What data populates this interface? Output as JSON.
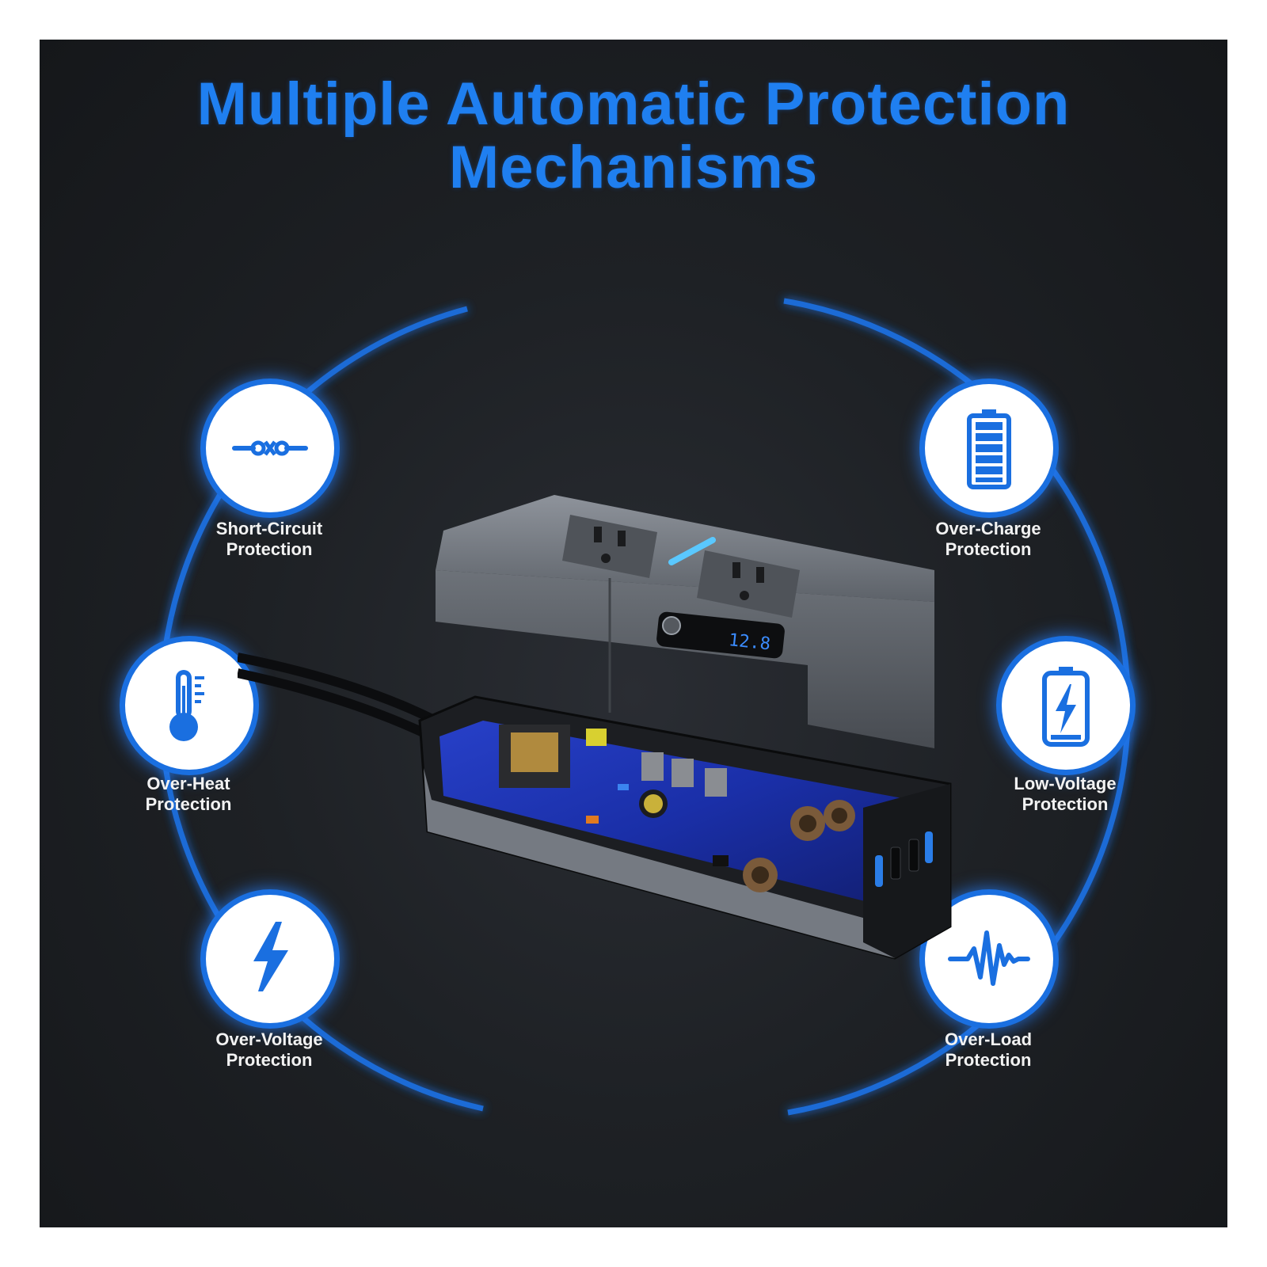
{
  "title": {
    "line1": "Multiple Automatic Protection",
    "line2": "Mechanisms"
  },
  "colors": {
    "accent": "#1f7ff0",
    "ring": "#1a6fe0",
    "background": "#1e2125",
    "label": "#f2f2f2"
  },
  "features": [
    {
      "icon": "short-circuit-icon",
      "line1": "Short-Circuit",
      "line2": "Protection"
    },
    {
      "icon": "thermometer-icon",
      "line1": "Over-Heat",
      "line2": "Protection"
    },
    {
      "icon": "lightning-bolt-icon",
      "line1": "Over-Voltage",
      "line2": "Protection"
    },
    {
      "icon": "full-battery-icon",
      "line1": "Over-Charge",
      "line2": "Protection"
    },
    {
      "icon": "battery-charging-icon",
      "line1": "Low-Voltage",
      "line2": "Protection"
    },
    {
      "icon": "pulse-wave-icon",
      "line1": "Over-Load",
      "line2": "Protection"
    }
  ],
  "device": {
    "display_reading": "12.8"
  }
}
